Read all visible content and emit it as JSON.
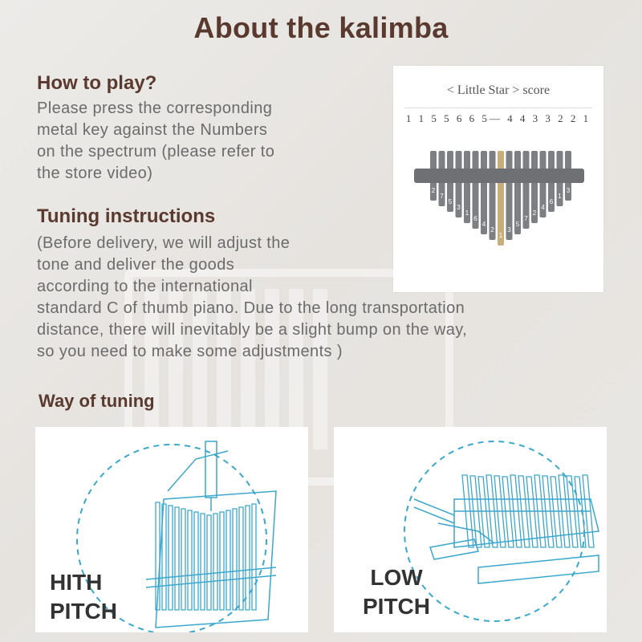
{
  "title": "About the kalimba",
  "how_to_play": {
    "heading": "How to play?",
    "lines": [
      "Please press the corresponding",
      "metal key against the Numbers",
      "on the spectrum  (please refer to",
      "the store video)"
    ]
  },
  "tuning": {
    "heading": "Tuning instructions",
    "lines": [
      "(Before delivery, we will adjust the",
      "tone and deliver the goods",
      "according  to the international",
      "standard C of thumb piano. Due to the long transportation",
      "distance,  there will inevitably be a slight bump on the way,",
      "so you need  to make some adjustments )"
    ]
  },
  "way_of_tuning": {
    "heading": "Way of tuning"
  },
  "score_card": {
    "title": "< Little Star > score",
    "numbers": "1 1 5 5  6 6 5—  4 4 3 3 2 2 1",
    "key_labels": [
      "2",
      "7",
      "5",
      "3",
      "1",
      "6",
      "4",
      "2",
      "1",
      "3",
      "5",
      "7",
      "2",
      "4",
      "6",
      "1",
      "3"
    ],
    "colors": {
      "key": "#7d7f82",
      "highlight": "#c8ae7a",
      "bridge": "#6e7073"
    }
  },
  "panels": {
    "left": {
      "label_line1": "HITH",
      "label_line2": "PITCH"
    },
    "right": {
      "label_line1": "LOW",
      "label_line2": "PITCH"
    },
    "colors": {
      "line": "#3aa7cf"
    }
  }
}
